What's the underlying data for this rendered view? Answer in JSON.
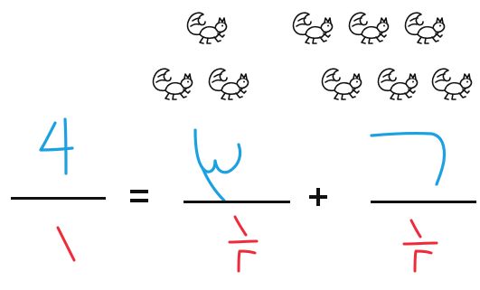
{
  "colors": {
    "numerator": "#1ba1e2",
    "denominator": "#ef2a3a",
    "ink": "#111111"
  },
  "icons": {
    "squirrel": "squirrel-icon"
  },
  "groups": [
    {
      "name": "left-group",
      "squirrel_count": 3
    },
    {
      "name": "right-group",
      "squirrel_count": 6
    }
  ],
  "equation": {
    "operators": {
      "equals": "=",
      "plus": "+"
    }
  }
}
